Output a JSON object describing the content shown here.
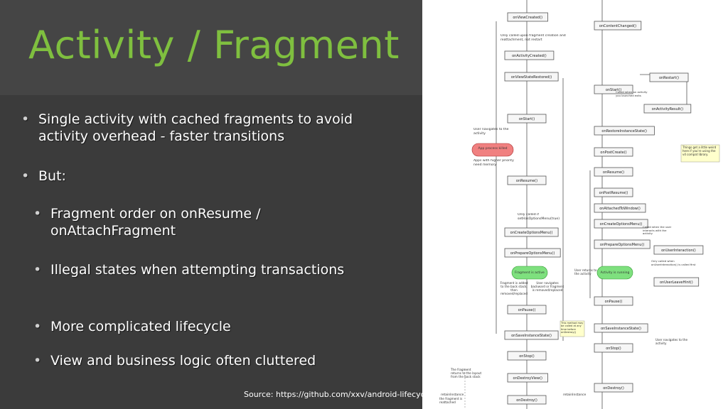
{
  "slide": {
    "title": "Activity / Fragment",
    "bullets": [
      "Single activity with cached fragments to avoid activity overhead - faster transitions",
      "But:"
    ],
    "sub_bullets": [
      "Fragment order on onResume / onAttachFragment",
      "Illegal states when attempting transactions",
      "More complicated lifecycle",
      "View and business logic often cluttered"
    ],
    "bullet_glyph": "•",
    "source": "Source: https://github.com/xxv/android-lifecycle"
  },
  "diagram": {
    "left_boxes": [
      "onViewCreated()",
      "onActivityCreated()",
      "onViewStateRestored()",
      "onStart()",
      "onResume()",
      "onCreateOptionsMenu()",
      "onPrepareOptionsMenu()",
      "onPause()",
      "onSaveInstanceState()",
      "onStop()",
      "onDestroyView()",
      "onDestroy()"
    ],
    "right_boxes": [
      "onContentChanged()",
      "onRestart()",
      "onStart()",
      "onActivityResult()",
      "onRestoreInstanceState()",
      "onPostCreate()",
      "onResume()",
      "onPostResume()",
      "onAttachedToWindow()",
      "onCreateOptionsMenu()",
      "onPrepareOptionsMenu()",
      "onUserInteraction()",
      "onUserLeaveHint()",
      "onPause()",
      "onSaveInstanceState()",
      "onStop()",
      "onDestroy()"
    ],
    "notes": {
      "fragment_creation": "Only called upon fragment creation and reattachment, not restart",
      "user_navigates_to": "User navigates to the activity",
      "app_process_killed": "App process killed",
      "higher_priority": "Apps with higher priority need memory",
      "options_menu": "Only called if setHasOptionsMenu(true)",
      "fragment_active": "Fragment is active",
      "activity_running": "Activity is running",
      "fragment_added": "Fragment is added to the back stack, then removed/replaced",
      "user_navigates_backward": "User navigates backward or fragment is removed/replaced",
      "user_returns": "User returns to the activity",
      "user_navigates_right": "User navigates to the activity",
      "fragment_returns": "The fragment returns to the layout from the back stack",
      "retain_instance": "retainInstance",
      "retain_instance_right": "retainInstance",
      "reattached": "the fragment is reattached",
      "method_may_be_called": "This method may be called at any time before onDestroy()",
      "things_little_weird": "Things get a little weird here if you're using the v4 compat library.",
      "called_when_activity": "Called when an activity you launched exits",
      "called_when_user": "Called when the user interacts with the activity",
      "only_called_when": "Only called when onUserInteraction() is called first"
    },
    "colors": {
      "killed": "#f08080",
      "active": "#7ee07e",
      "note": "#ffffcc"
    }
  }
}
